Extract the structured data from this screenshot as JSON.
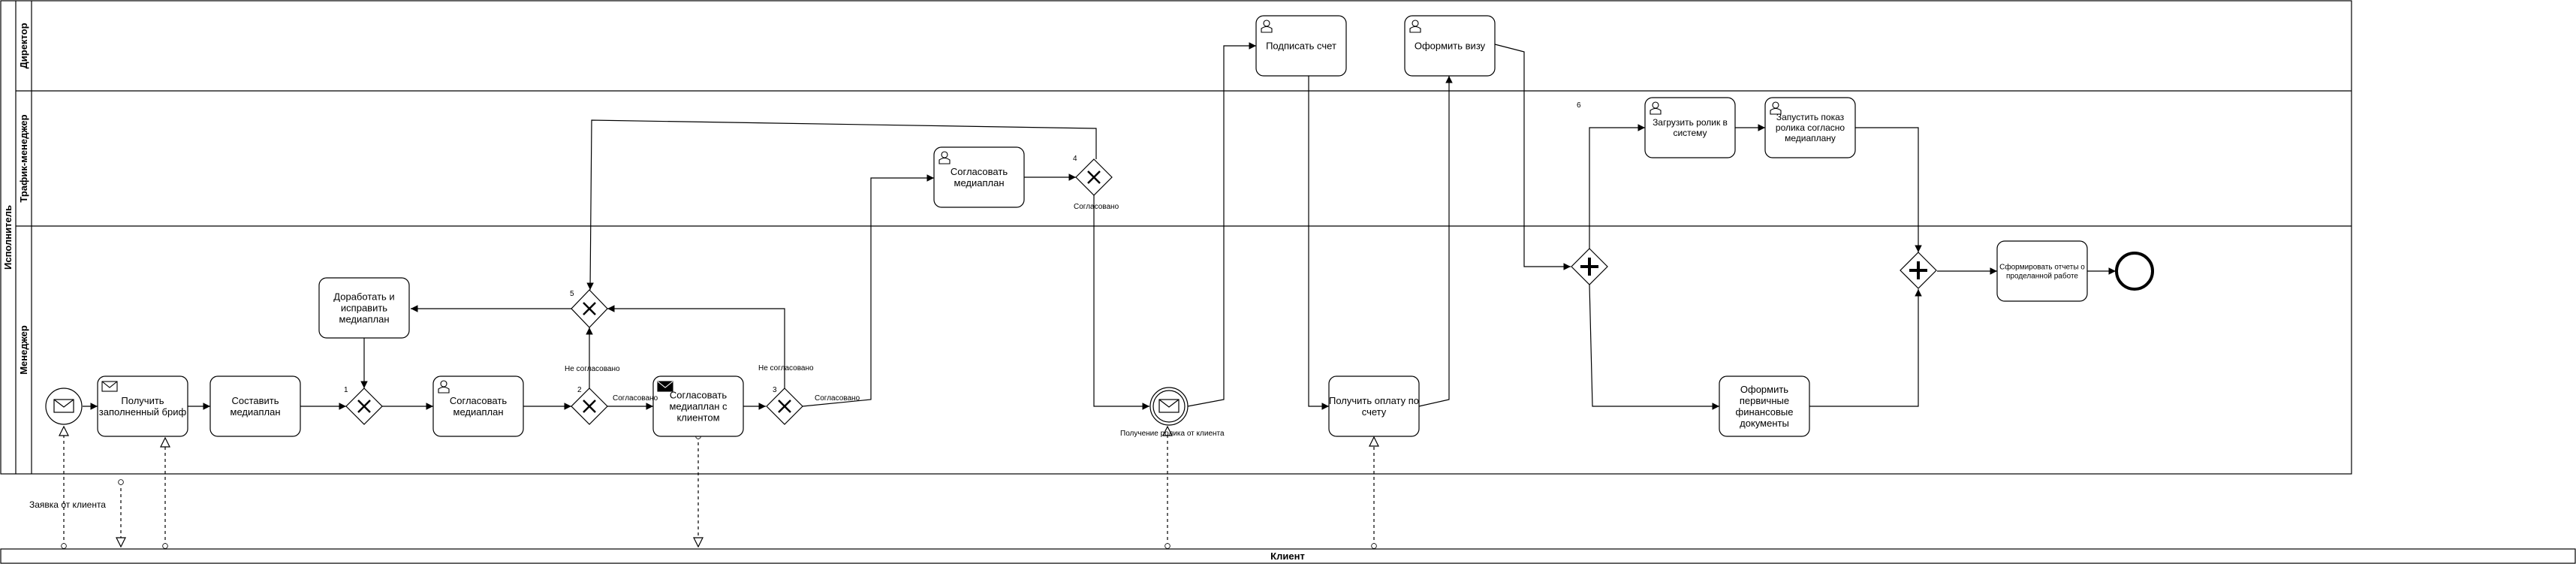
{
  "pool": {
    "name": "Исполнитель",
    "lanes": {
      "director": "Директор",
      "traffic": "Трафик-менеджер",
      "manager": "Менеджер"
    }
  },
  "external_pool": "Клиент",
  "tasks": {
    "get_brief": [
      "Получить",
      "заполненный бриф"
    ],
    "make_plan": [
      "Составить",
      "медиаплан"
    ],
    "rework_plan": [
      "Доработать и",
      "исправить",
      "медиаплан"
    ],
    "approve_plan_mgr": [
      "Согласовать",
      "медиаплан"
    ],
    "approve_plan_client": [
      "Согласовать",
      "медиаплан с",
      "клиентом"
    ],
    "approve_plan_traffic": [
      "Согласовать",
      "медиаплан"
    ],
    "sign_invoice": [
      "Подписать счет"
    ],
    "get_payment": [
      "Получить оплату по",
      "счету"
    ],
    "visa": [
      "Оформить визу"
    ],
    "upload_video": [
      "Загрузить ролик в",
      "систему"
    ],
    "launch_show": [
      "Запустить показ",
      "ролика согласно",
      "медиаплану"
    ],
    "primary_docs": [
      "Оформить",
      "первичные",
      "финансовые",
      "документы"
    ],
    "reports": [
      "Сформировать отчеты о",
      "проделанной работе"
    ]
  },
  "labels": {
    "client_request": "Заявка от клиента",
    "not_agreed_1": "Не согласовано",
    "not_agreed_2": "Не согласовано",
    "agreed_1": "Согласовано",
    "agreed_2": "Согласовано",
    "agreed_3": "Согласовано",
    "video_received": "Получение ролика от клиента",
    "n1": "1",
    "n2": "2",
    "n3": "3",
    "n4": "4",
    "n5": "5",
    "n6": "6"
  }
}
